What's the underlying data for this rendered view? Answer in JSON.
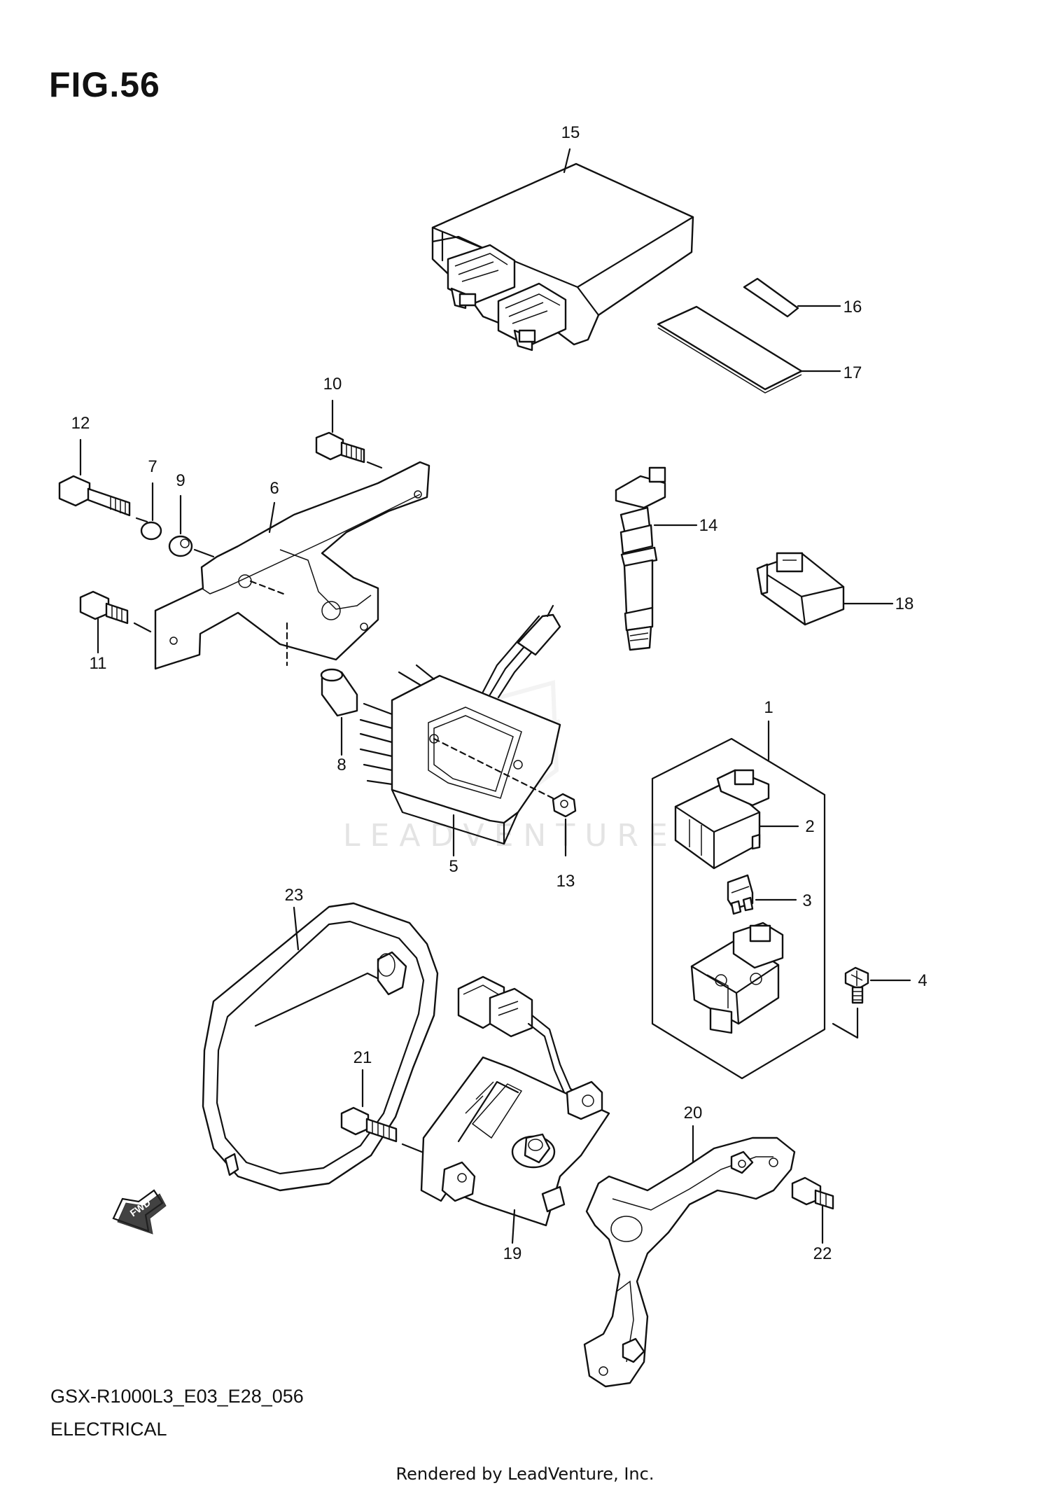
{
  "figure": {
    "title": "FIG.56",
    "model_code": "GSX-R1000L3_E03_E28_056",
    "section_name": "ELECTRICAL",
    "rendered_by": "Rendered by LeadVenture, Inc.",
    "watermark": "LEADVENTURE",
    "direction_marker": "FWD"
  },
  "callouts": [
    {
      "id": "1",
      "label": "1"
    },
    {
      "id": "2",
      "label": "2"
    },
    {
      "id": "3",
      "label": "3"
    },
    {
      "id": "4",
      "label": "4"
    },
    {
      "id": "5",
      "label": "5"
    },
    {
      "id": "6",
      "label": "6"
    },
    {
      "id": "7",
      "label": "7"
    },
    {
      "id": "8",
      "label": "8"
    },
    {
      "id": "9",
      "label": "9"
    },
    {
      "id": "10",
      "label": "10"
    },
    {
      "id": "11",
      "label": "11"
    },
    {
      "id": "12",
      "label": "12"
    },
    {
      "id": "13",
      "label": "13"
    },
    {
      "id": "14",
      "label": "14"
    },
    {
      "id": "15",
      "label": "15"
    },
    {
      "id": "16",
      "label": "16"
    },
    {
      "id": "17",
      "label": "17"
    },
    {
      "id": "18",
      "label": "18"
    },
    {
      "id": "19",
      "label": "19"
    },
    {
      "id": "20",
      "label": "20"
    },
    {
      "id": "21",
      "label": "21"
    },
    {
      "id": "22",
      "label": "22"
    },
    {
      "id": "23",
      "label": "23"
    }
  ]
}
